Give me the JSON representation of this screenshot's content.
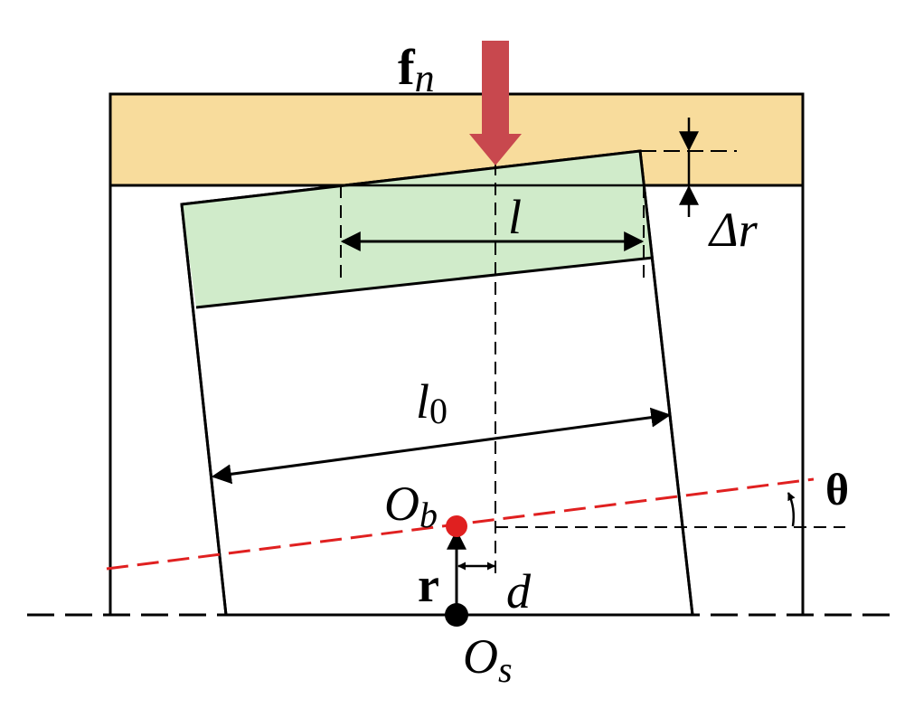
{
  "labels": {
    "force_main": "f",
    "force_sub": "n",
    "delta_r": "Δr",
    "length": "l",
    "length0_main": "l",
    "length0_sub": "0",
    "origin_b_main": "O",
    "origin_b_sub": "b",
    "origin_s_main": "O",
    "origin_s_sub": "s",
    "offset": "d",
    "radius_vector": "r",
    "angle": "θ"
  },
  "colors": {
    "top_plate": "#f8dc9c",
    "contact_zone": "#cdeac7",
    "force_arrow": "#c8484e",
    "tilt_line": "#e02020",
    "point_b": "#e02020",
    "point_s": "#000000",
    "stroke": "#000000"
  }
}
